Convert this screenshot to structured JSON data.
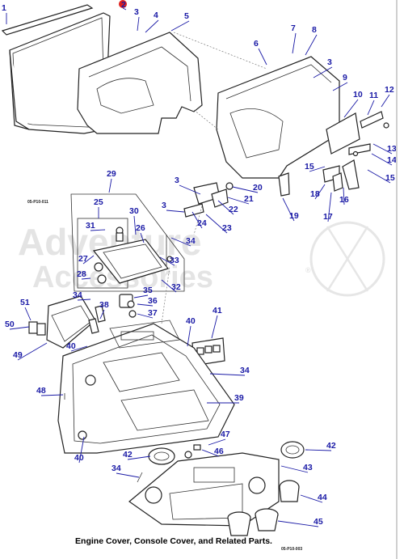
{
  "figure": {
    "caption": "Engine Cover, Console Cover, and Related Parts.",
    "figure_id_top": "05-P10-011",
    "figure_id_bottom": "05-P10-003"
  },
  "watermark": {
    "line1": "Adventure",
    "line2": "Accessories",
    "mark": "®"
  },
  "callouts": [
    "1",
    "2",
    "3",
    "4",
    "5",
    "6",
    "7",
    "8",
    "3",
    "9",
    "10",
    "11",
    "12",
    "13",
    "14",
    "15",
    "15",
    "16",
    "17",
    "18",
    "19",
    "20",
    "21",
    "22",
    "3",
    "3",
    "23",
    "24",
    "29",
    "25",
    "30",
    "26",
    "31",
    "34",
    "27",
    "33",
    "28",
    "32",
    "34",
    "35",
    "36",
    "37",
    "38",
    "51",
    "50",
    "49",
    "40",
    "40",
    "41",
    "34",
    "48",
    "39",
    "40",
    "47",
    "46",
    "42",
    "42",
    "43",
    "34",
    "44",
    "45"
  ],
  "colors": {
    "callout": "#1a1aa6",
    "highlight_badge": "#e0201c",
    "line": "#222222",
    "watermark": "#e4e4e4"
  }
}
